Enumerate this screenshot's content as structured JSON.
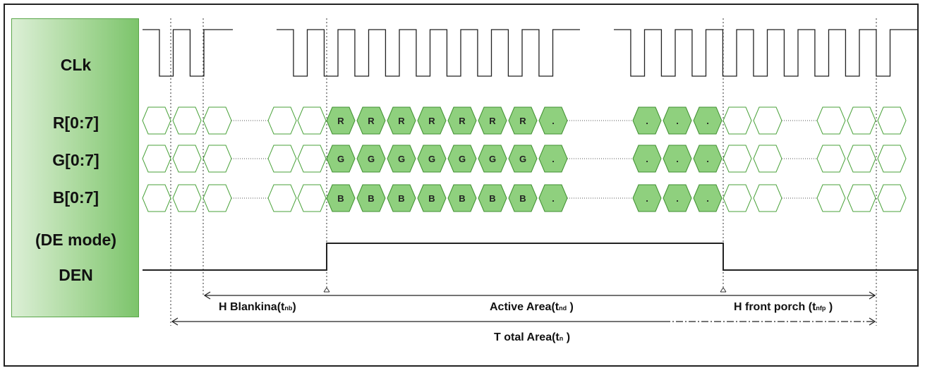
{
  "signals": {
    "clk": "CLk",
    "r": "R[0:7]",
    "g": "G[0:7]",
    "b": "B[0:7]",
    "de_mode": "(DE  mode)",
    "den": "DEN"
  },
  "cells": {
    "r": [
      "R",
      "R",
      "R",
      "R",
      "R",
      "R",
      "R",
      "."
    ],
    "g": [
      "G",
      "G",
      "G",
      "G",
      "G",
      "G",
      "G",
      "."
    ],
    "b": [
      "B",
      "B",
      "B",
      "B",
      "B",
      "B",
      "B",
      "."
    ],
    "tail": [
      ".",
      ".",
      "."
    ]
  },
  "annotations": {
    "h_blanking": "H Blankina(t",
    "h_blanking_sub": "nb",
    "h_blanking_close": ")",
    "active_area": "Active Area(t",
    "active_area_sub": "nd",
    "active_area_close": " )",
    "h_front_porch": "H front porch (t",
    "h_front_porch_sub": "nfp",
    "h_front_porch_close": " )",
    "total_area": "T otal Area(t",
    "total_area_sub": "n",
    "total_area_close": "  )"
  },
  "colors": {
    "hex_active_fill": "#8fd07e",
    "hex_active_stroke": "#3f8f30",
    "hex_idle_stroke": "#4aa23a",
    "panel_green": "#7cc46b"
  }
}
